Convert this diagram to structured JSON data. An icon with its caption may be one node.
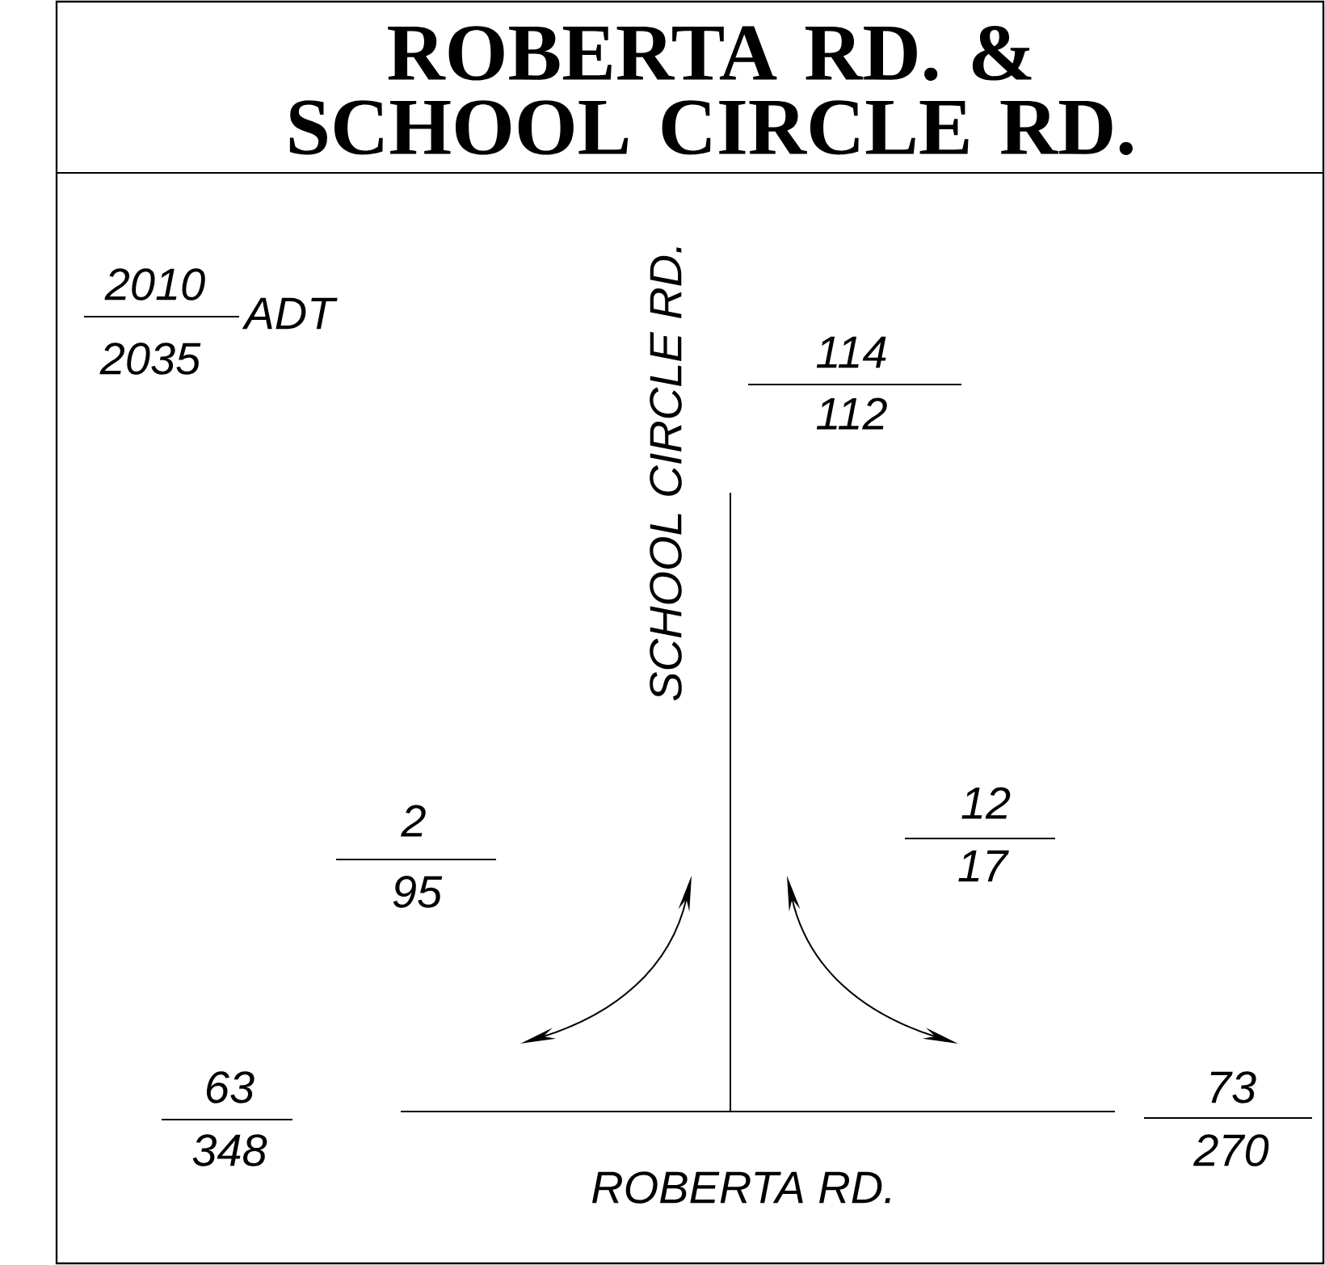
{
  "diagram": {
    "title": "ROBERTA RD. & SCHOOL CIRCLE RD.",
    "labels": [
      "2010",
      "2035",
      "ADT",
      "SCHOOL CIRCLE RD.",
      "114",
      "112",
      "2",
      "95",
      "12",
      "17",
      "63",
      "348",
      "73",
      "270",
      "ROBERTA RD."
    ]
  }
}
